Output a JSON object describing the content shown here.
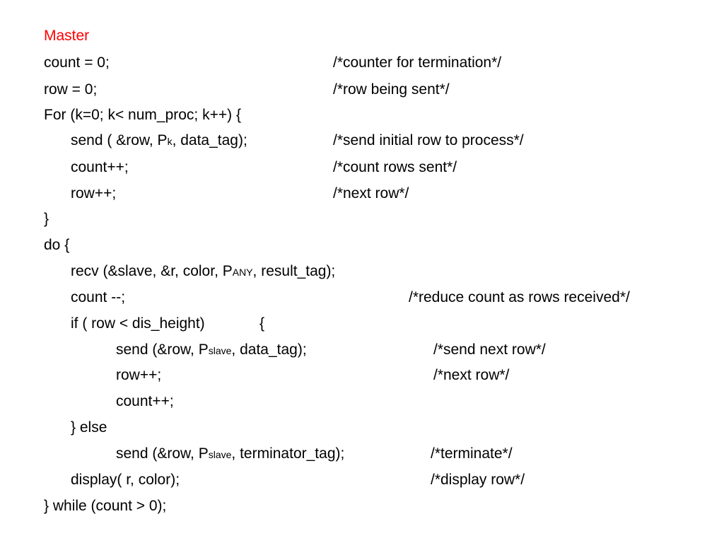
{
  "slide": {
    "title": "Master",
    "title_color": "#ff0000",
    "text_color": "#000000",
    "background_color": "#ffffff",
    "code_lines": [
      {
        "code": "count = 0;",
        "comment": "/*counter for termination*/"
      },
      {
        "code": "row = 0;",
        "comment": "/*row being sent*/"
      },
      {
        "code": "For (k=0; k< num_proc; k++)  {",
        "comment": ""
      },
      {
        "code_parts": [
          "send ( &row, P",
          "k",
          ", data_tag);"
        ],
        "comment": "/*send initial row to process*/"
      },
      {
        "code": "count++;",
        "comment": "/*count rows sent*/"
      },
      {
        "code": "row++;",
        "comment": "/*next row*/"
      },
      {
        "code": "}",
        "comment": ""
      },
      {
        "code": "do {",
        "comment": ""
      },
      {
        "code_parts": [
          "recv (&slave, &r, color, P",
          "ANY",
          ", result_tag);"
        ],
        "comment": ""
      },
      {
        "code": "count --;",
        "comment": "/*reduce count as rows received*/"
      },
      {
        "code": "if ( row < dis_height)",
        "code2": "{",
        "comment": ""
      },
      {
        "code_parts": [
          "send (&row, P",
          "slave",
          ", data_tag);"
        ],
        "comment": "/*send next row*/"
      },
      {
        "code": "row++;",
        "comment": "/*next row*/"
      },
      {
        "code": "count++;",
        "comment": ""
      },
      {
        "code": "} else",
        "comment": ""
      },
      {
        "code_parts": [
          "send (&row, P",
          "slave",
          ", terminator_tag);"
        ],
        "comment": "/*terminate*/"
      },
      {
        "code": "display( r, color);",
        "comment": "/*display row*/"
      },
      {
        "code": "} while (count > 0);",
        "comment": ""
      }
    ]
  }
}
